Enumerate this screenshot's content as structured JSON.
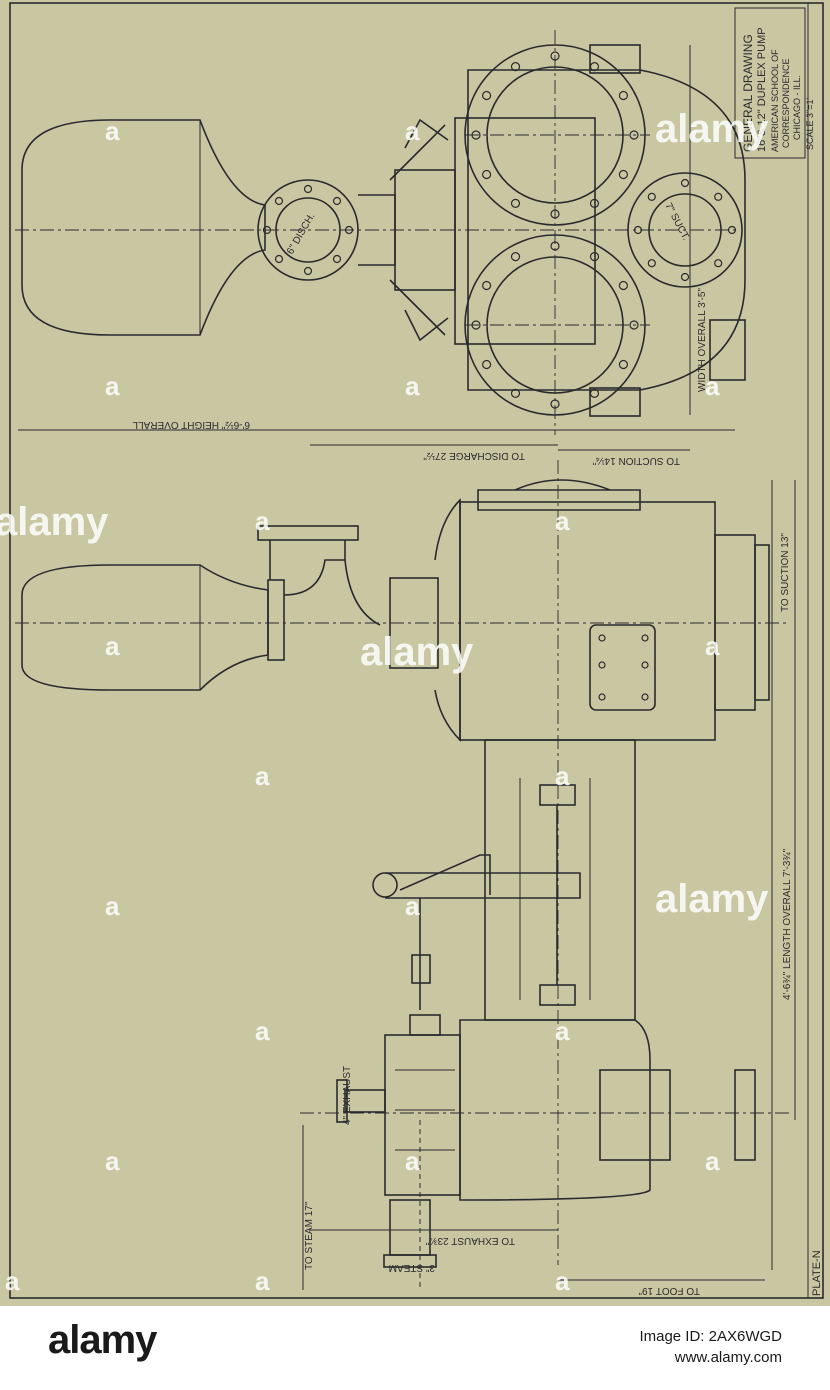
{
  "title_block": {
    "line1": "GENERAL DRAWING",
    "line2": "16\"& 12\" DUPLEX PUMP",
    "line3": "AMERICAN SCHOOL OF",
    "line4": "CORRESPONDENCE",
    "line5": "CHICAGO - ILL.",
    "line6": "SCALE 3\"=1'"
  },
  "plate_label": "PLATE-N",
  "dimensions": {
    "height_overall": "6'-6½\" HEIGHT OVERALL",
    "to_discharge": "TO DISCHARGE 27½\"",
    "to_suction_end": "TO SUCTION 14¼\"",
    "width_overall": "WIDTH OVERALL 3'-5\"",
    "disch_size": "6\" DISCH.",
    "suction_size": "7\" SUCT.",
    "to_suction_side": "TO SUCTION 13\"",
    "length_overall": "4'-6¾\" LENGTH OVERALL 7'-3¾\"",
    "exhaust_size": "4\" EXHAUST",
    "to_steam": "TO STEAM 17\"",
    "to_exhaust": "TO EXHAUST 23¾\"",
    "steam_size": "3\" STEAM",
    "to_foot": "TO FOOT 19\""
  },
  "watermark": {
    "word": "alamy",
    "letter": "a"
  },
  "banner": {
    "logo": "alamy",
    "image_id_line": "Image ID: 2AX6WGD",
    "site": "www.alamy.com"
  }
}
